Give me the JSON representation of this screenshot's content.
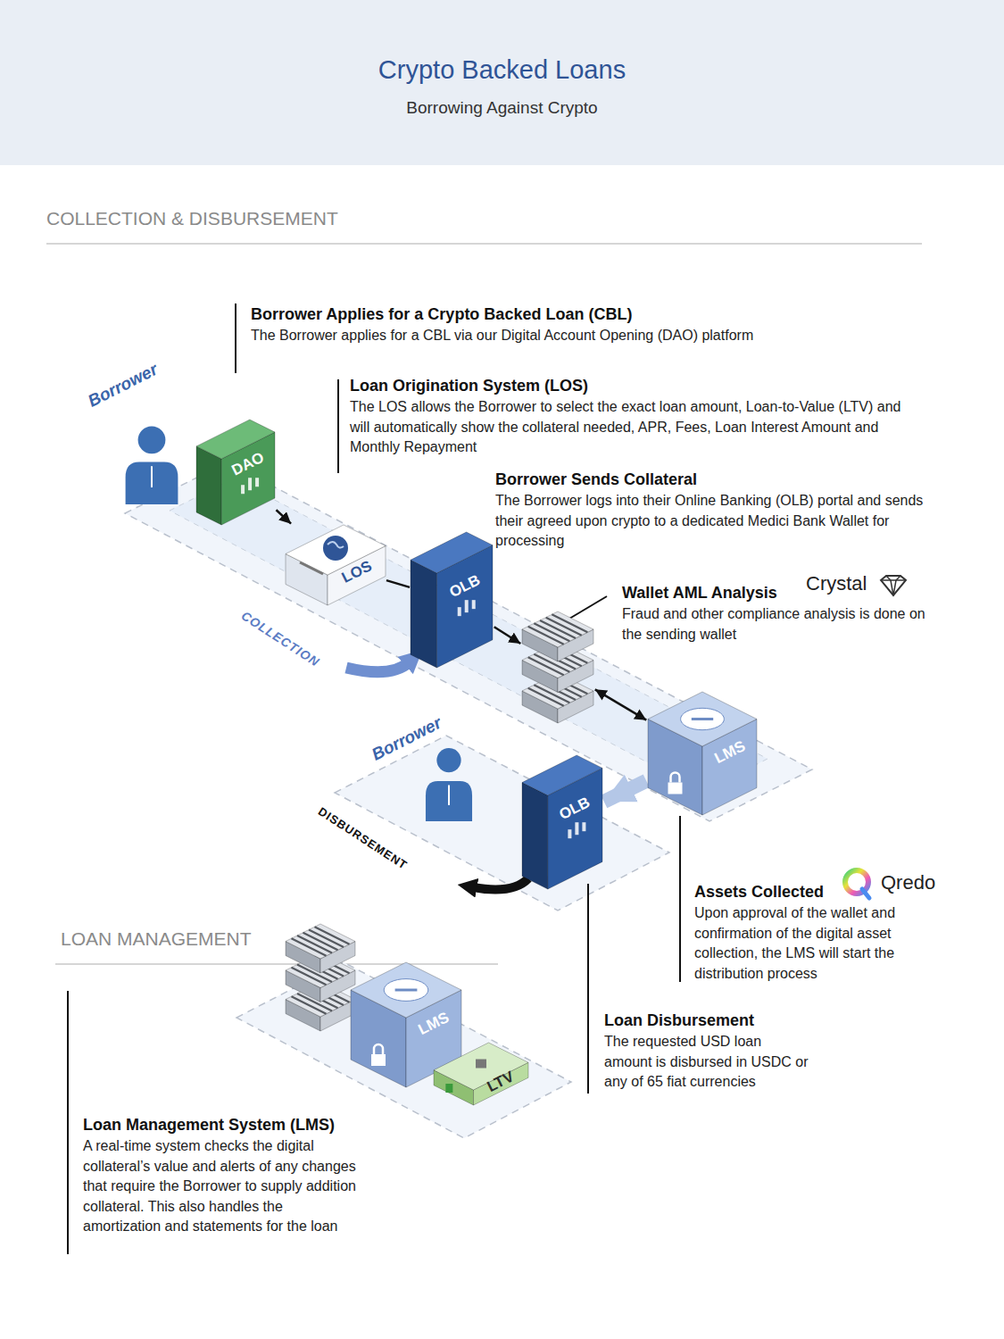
{
  "diagram": {
    "title": "Crypto Backed Loans",
    "nodes": [
      {
        "text": [
          "Borrower"
        ]
      },
      {
        "text": [
          "DAO",
          "Borrower Applies for a Crypto Backed Loan (CBL)",
          "The Borrower applies for a CBL via our Digital Account Opening (DAO) platform"
        ]
      },
      {
        "text": [
          "LOS",
          "Loan Origination System (LOS)",
          "The LOS allows the Borrower to select the exact loan amount, Loan-to-Value (LTV) and will automatically show the collateral needed, APR, Fees, Loan Interest Amount and Monthly Repayment"
        ]
      },
      {
        "text": [
          "OLB",
          "Borrower Sends Collateral",
          "The Borrower logs into their Online Banking (OLB) portal and sends their agreed upon crypto to a dedicated Medici Bank Wallet for processing"
        ]
      },
      {
        "text": [
          "Wallet AML Analysis",
          "Fraud and other compliance analysis is done on the sending wallet"
        ]
      },
      {
        "text": [
          "LMS",
          "Assets Collected",
          "Upon approval of the wallet and confirmation of the digital asset collection, the LMS will start the distribution process"
        ]
      },
      {
        "text": [
          "Borrower"
        ]
      },
      {
        "text": [
          "OLB",
          "Loan Disbursement",
          "The requested USD loan amount is disbursed in USDC or any of 65 fiat currencies"
        ]
      },
      {
        "text": [
          "LMS",
          "Loan Management System (LMS)",
          "A real-time system checks the digital collateral’s value and alerts of any changes that require the Borrower to supply addition collateral. This also handles the amortization and statements for the loan"
        ]
      },
      {
        "text": [
          "LTV"
        ]
      }
    ],
    "edges": [
      {
        "from": 1,
        "to": 2,
        "arrow": "to"
      },
      {
        "from": 2,
        "to": 3,
        "arrow": "none"
      },
      {
        "from": 3,
        "to": 4,
        "arrow": "to"
      },
      {
        "from": 4,
        "to": 5,
        "arrow": "both"
      },
      {
        "from": 5,
        "to": 7,
        "arrow": "to"
      }
    ],
    "labels": [
      "Borrowing Against Crypto",
      "COLLECTION & DISBURSEMENT",
      "COLLECTION",
      "DISBURSEMENT",
      "Crystal",
      "Qredo",
      "LOAN MANAGEMENT"
    ]
  }
}
